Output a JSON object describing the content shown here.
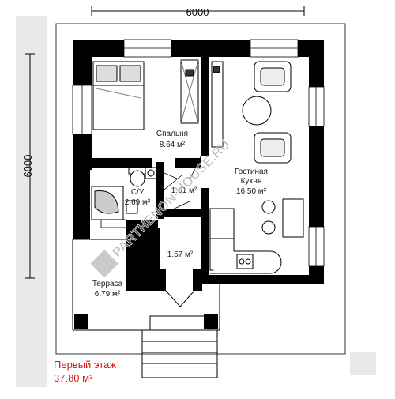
{
  "dimensions": {
    "width": "6000",
    "height": "6000"
  },
  "rooms": [
    {
      "id": "bedroom",
      "name": "Спальня",
      "area": "8.64 м²"
    },
    {
      "id": "bathroom",
      "name": "С/У",
      "area": "2.69 м²"
    },
    {
      "id": "hall",
      "name": "",
      "area": "1.61 м²"
    },
    {
      "id": "living",
      "name": "Гостиная\nКухня",
      "area": "16.50 м²"
    },
    {
      "id": "vestibule",
      "name": "",
      "area": "1.57 м²"
    },
    {
      "id": "terrace",
      "name": "Терраса",
      "area": "6.79 м²"
    }
  ],
  "caption": {
    "floor": "Первый этаж",
    "total_area": "37.80 м²"
  },
  "watermark": {
    "text": "PARTHENON-HOUSE.RU"
  },
  "colors": {
    "wall": "#000000",
    "caption": "#dd1111",
    "watermark": "#8a8a8a",
    "side_band": "#e9e9e9"
  }
}
